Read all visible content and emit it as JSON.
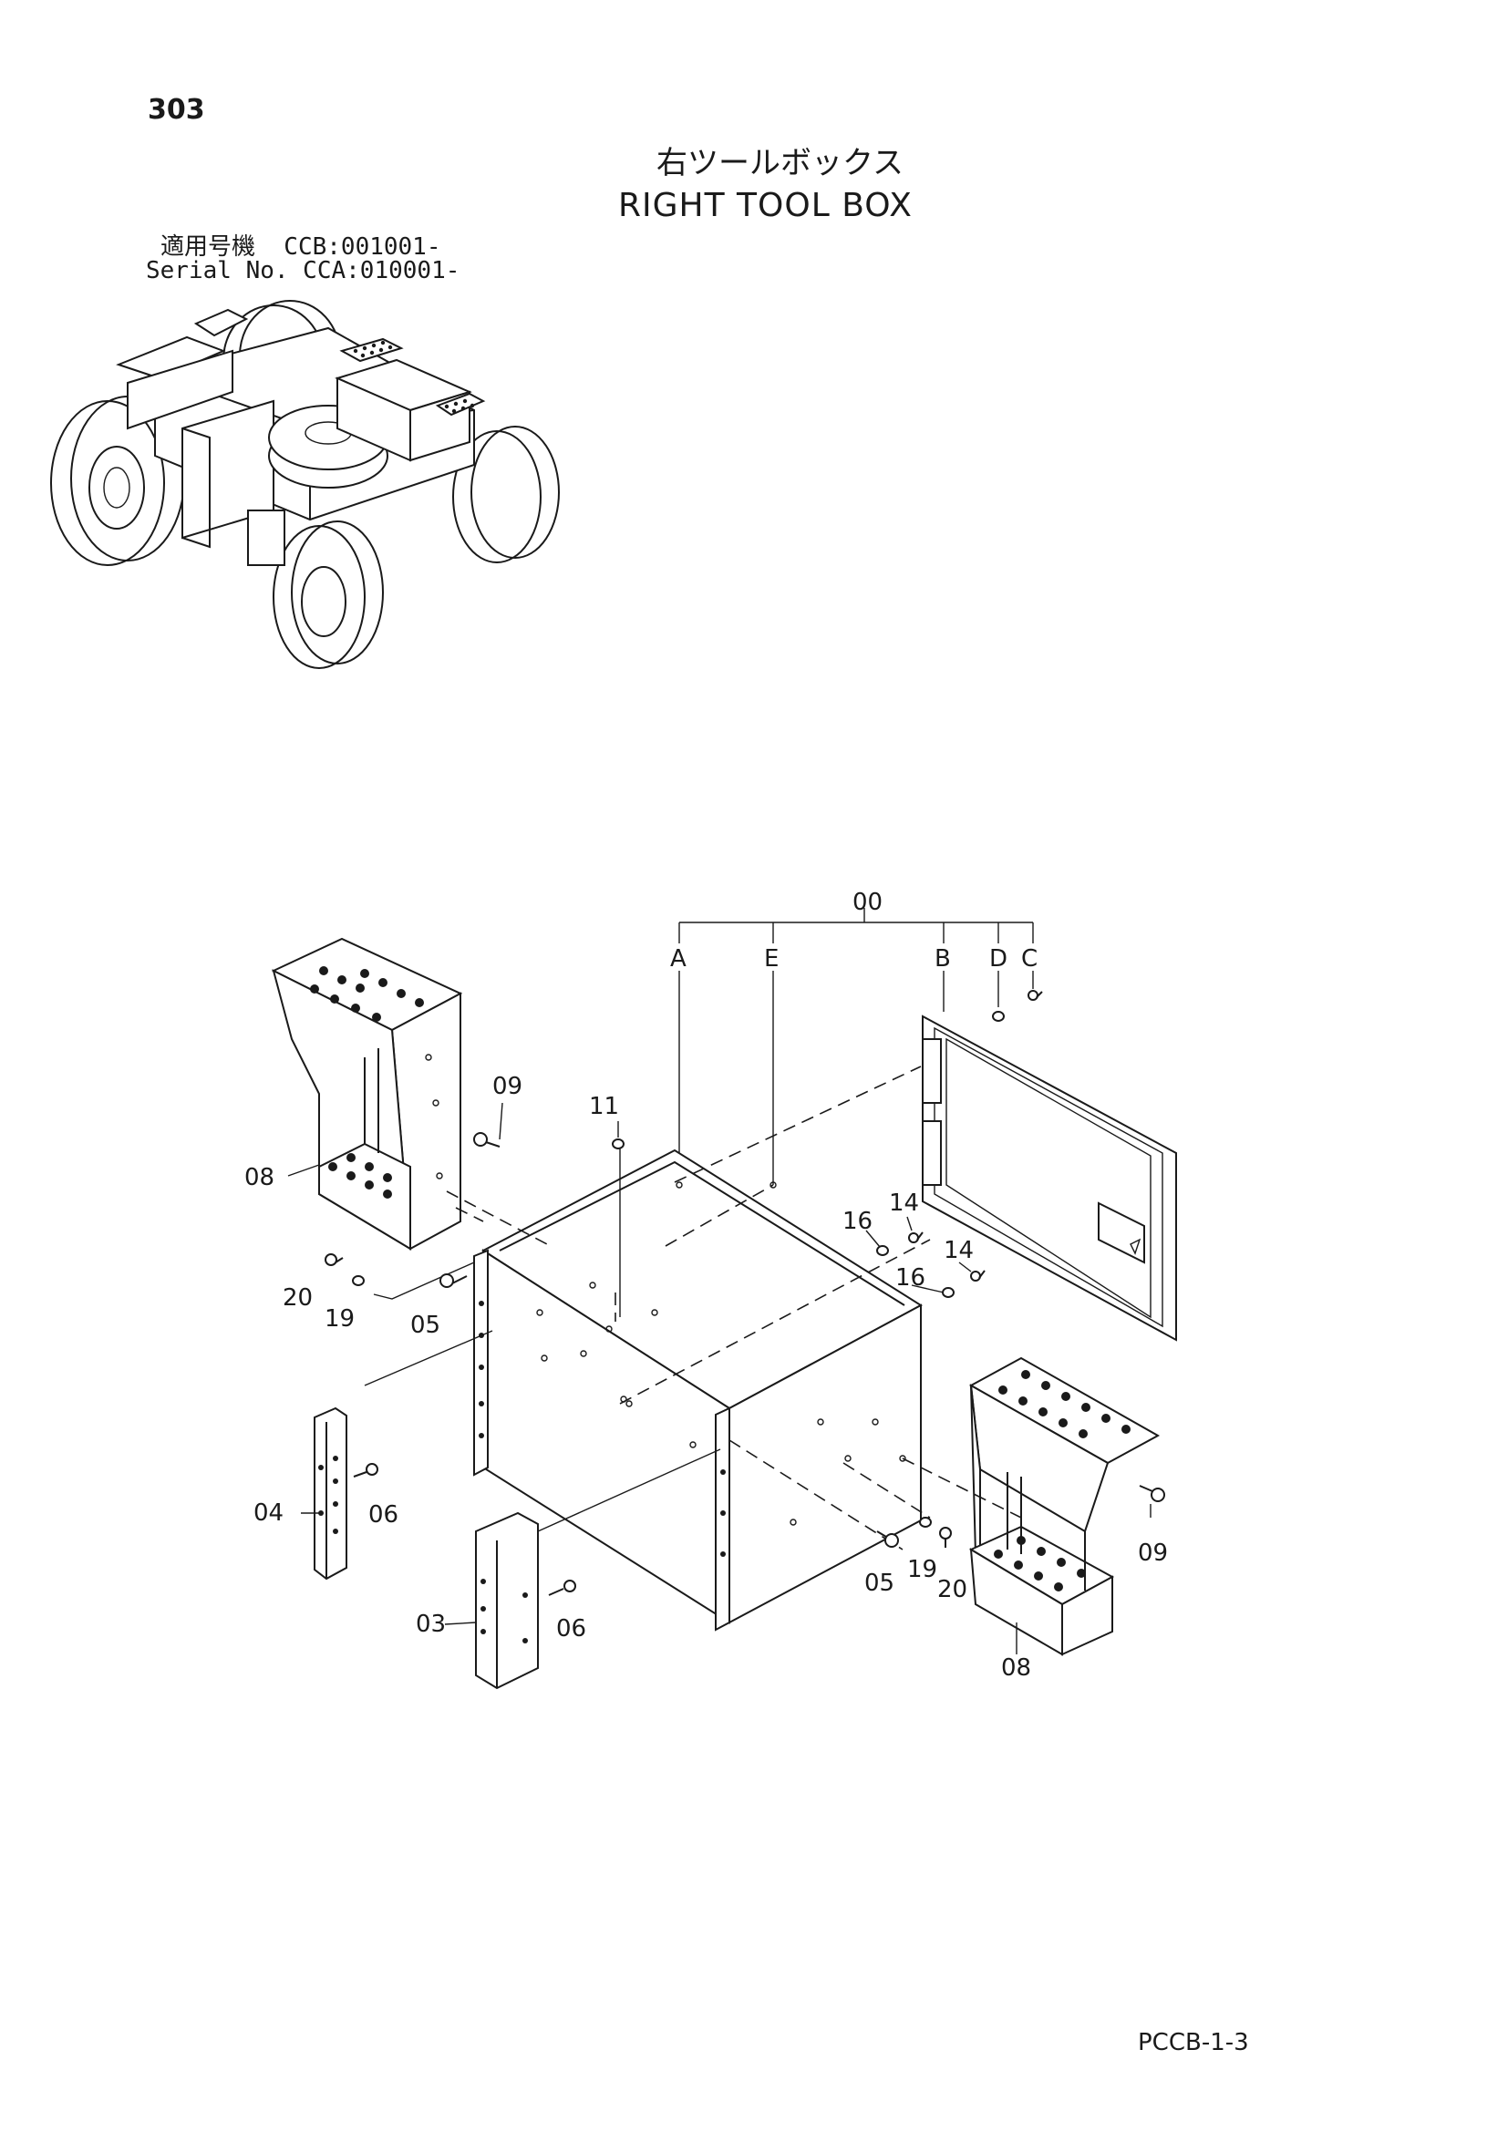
{
  "header": {
    "page_number": "303",
    "title_jp": "右ツールボックス",
    "title_en": "RIGHT TOOL BOX",
    "serial_line_1": "適用号機  CCB:001001-",
    "serial_line_2": "Serial No. CCA:010001-"
  },
  "footer": {
    "page_code": "PCCB-1-3"
  },
  "callouts": {
    "c00": "00",
    "cA": "A",
    "cE": "E",
    "cB": "B",
    "cD": "D",
    "cC": "C",
    "c08_left": "08",
    "c09_top": "09",
    "c11": "11",
    "c16_a": "16",
    "c16_b": "16",
    "c14_a": "14",
    "c14_b": "14",
    "c20_left": "20",
    "c19_left": "19",
    "c05_left": "05",
    "c04": "04",
    "c06_upper": "06",
    "c03": "03",
    "c06_lower": "06",
    "c05_right": "05",
    "c19_right": "19",
    "c20_right": "20",
    "c09_right": "09",
    "c08_right": "08"
  }
}
